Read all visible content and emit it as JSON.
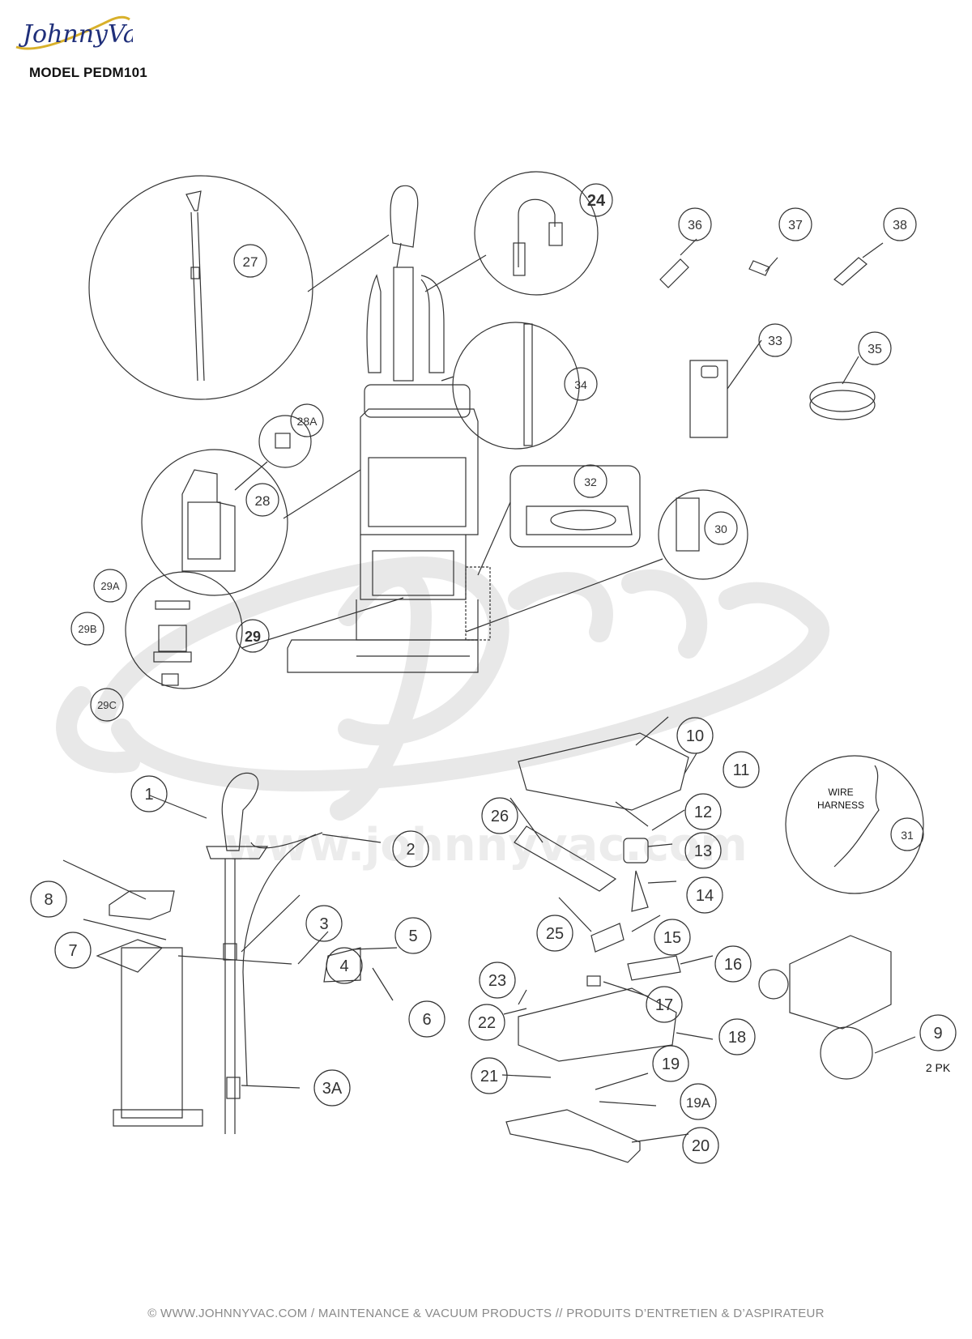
{
  "brand": {
    "logo_text": "JohnnyVac",
    "model": "MODEL PEDM101",
    "watermark_url": "www.johnnyvac.com"
  },
  "callouts": {
    "c1": "1",
    "c2": "2",
    "c3": "3",
    "c3a": "3A",
    "c4": "4",
    "c5": "5",
    "c6": "6",
    "c7": "7",
    "c8": "8",
    "c9": "9",
    "c10": "10",
    "c11": "11",
    "c12": "12",
    "c13": "13",
    "c14": "14",
    "c15": "15",
    "c16": "16",
    "c17": "17",
    "c18": "18",
    "c19": "19",
    "c19a": "19A",
    "c20": "20",
    "c21": "21",
    "c22": "22",
    "c23": "23",
    "c24": "24",
    "c25": "25",
    "c26": "26",
    "c27": "27",
    "c28": "28",
    "c28a": "28A",
    "c29": "29",
    "c29a": "29A",
    "c29b": "29B",
    "c29c": "29C",
    "c30": "30",
    "c31": "31",
    "c32": "32",
    "c33": "33",
    "c34": "34",
    "c35": "35",
    "c36": "36",
    "c37": "37",
    "c38": "38"
  },
  "notes": {
    "wire_harness_line1": "WIRE",
    "wire_harness_line2": "HARNESS",
    "two_pack": "2 PK"
  },
  "footer": "© WWW.JOHNNYVAC.COM / MAINTENANCE & VACUUM PRODUCTS  //  PRODUITS D’ENTRETIEN & D’ASPIRATEUR",
  "colors": {
    "line": "#333333",
    "watermark": "#e6e6e6",
    "logo_blue": "#1f2f7a",
    "logo_gold": "#d8b02a"
  }
}
